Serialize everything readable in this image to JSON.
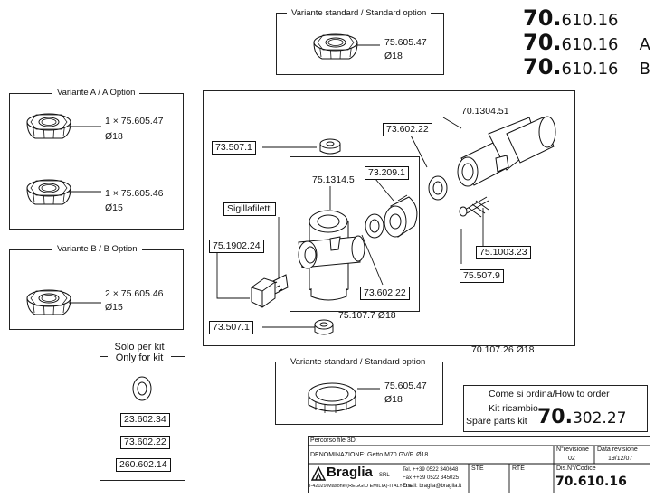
{
  "header": {
    "code_prefix": "70.",
    "code_suffix": "610.16",
    "variant_a": "A",
    "variant_b": "B"
  },
  "top_standard": {
    "title": "Variante standard / Standard option",
    "code": "75.605.47",
    "diameter": "Ø18"
  },
  "variant_a": {
    "title": "Variante A / A Option",
    "item1": "1 × 75.605.47",
    "item1_dia": "Ø18",
    "item2": "1 × 75.605.46",
    "item2_dia": "Ø15"
  },
  "variant_b": {
    "title": "Variante B / B Option",
    "item": "2 × 75.605.46",
    "item_dia": "Ø15"
  },
  "kit_only": {
    "title_it": "Solo per kit",
    "title_en": "Only for kit",
    "codes": [
      "23.602.34",
      "73.602.22",
      "260.602.14"
    ]
  },
  "bottom_standard": {
    "title": "Variante standard / Standard option",
    "code": "75.605.47",
    "diameter": "Ø18"
  },
  "main": {
    "outer_label": "70.107.26 Ø18",
    "inner_label": "75.107.7 Ø18",
    "labels": {
      "nut_top": "73.507.1",
      "nut_bottom": "73.507.1",
      "body": "75.1314.5",
      "ball": "73.209.1",
      "seal_inner": "73.602.22",
      "seal_outer": "73.602.22",
      "cartridge": "70.1304.51",
      "spring": "75.1003.23",
      "ring": "75.507.9",
      "plug": "75.1902.24",
      "sealant": "Sigillafiletti"
    }
  },
  "order_box": {
    "line1": "Come si ordina/How to order",
    "line2": "Kit ricambio",
    "line3": "Spare parts kit",
    "code_prefix": "70.",
    "code_suffix": "302.27"
  },
  "title_block": {
    "path_label": "Percorso file 3D:",
    "denomination": "DENOMINAZIONE: Getto M70 GV/F. Ø18",
    "revision_label": "N°revisione",
    "revision_value": "02",
    "date_label": "Data revisione",
    "date_value": "19/12/07",
    "ste": "STE",
    "rte": "RTE",
    "code_label": "Dis.N°/Codice",
    "code_value": "70.610.16",
    "company": "Braglia",
    "company_suffix": "SRL",
    "tel": "Tel. ++39 0522 340648",
    "fax": "Fax ++39 0522 345025",
    "email": "Email: braglia@braglia.it",
    "address": "I-42029 Masone (REGGIO EMILIA)-ITALY-U.E."
  }
}
